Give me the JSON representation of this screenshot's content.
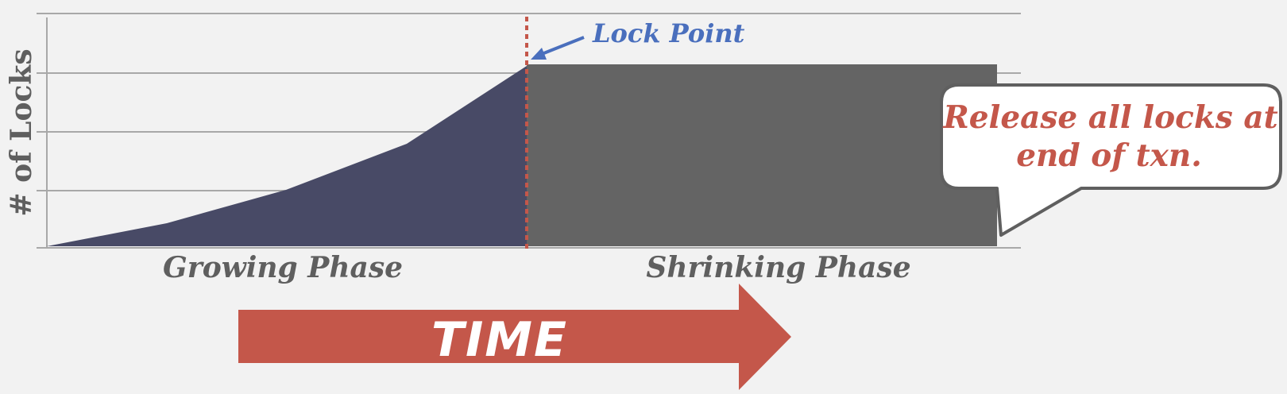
{
  "diagram": {
    "ylabel": "# of Locks",
    "growing_phase_label": "Growing Phase",
    "shrinking_phase_label": "Shrinking Phase",
    "lock_point_label": "Lock Point",
    "time_label": "TIME",
    "callout_line1": "Release all locks at",
    "callout_line2": "end of txn."
  },
  "colors": {
    "growing_fill": "#484a66",
    "shrinking_fill": "#646464",
    "lock_point_line": "#c4574a",
    "lock_point_arrow": "#4a6fbd",
    "time_arrow": "#c4574a",
    "callout_text": "#c4574a",
    "gridline": "#a8a8a8",
    "axis_text": "#5f5f5f"
  }
}
